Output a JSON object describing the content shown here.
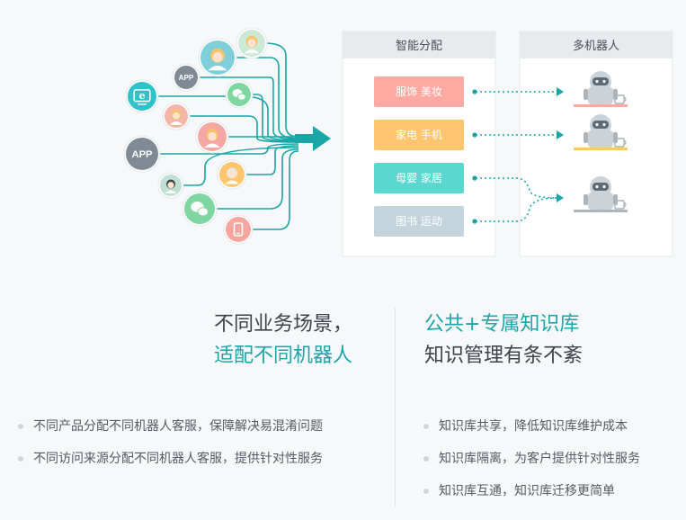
{
  "diagram": {
    "sources": [
      {
        "kind": "avatar",
        "label": "",
        "icon": "woman-avatar-icon"
      },
      {
        "kind": "avatar",
        "label": "",
        "icon": "woman-avatar-icon"
      },
      {
        "kind": "app",
        "label": "APP",
        "icon": "app-badge-icon"
      },
      {
        "kind": "icon",
        "label": "",
        "icon": "ie-browser-icon"
      },
      {
        "kind": "icon",
        "label": "",
        "icon": "wechat-icon"
      },
      {
        "kind": "avatar",
        "label": "",
        "icon": "woman-avatar-icon"
      },
      {
        "kind": "avatar",
        "label": "",
        "icon": "woman-avatar-icon"
      },
      {
        "kind": "app",
        "label": "APP",
        "icon": "app-badge-icon"
      },
      {
        "kind": "avatar",
        "label": "",
        "icon": "old-man-avatar-icon"
      },
      {
        "kind": "avatar",
        "label": "",
        "icon": "man-avatar-icon"
      },
      {
        "kind": "icon",
        "label": "",
        "icon": "wechat-icon"
      },
      {
        "kind": "icon",
        "label": "",
        "icon": "mobile-phone-icon"
      }
    ],
    "smart_panel": {
      "title": "智能分配",
      "categories": [
        {
          "label": "服饰 美妆",
          "color": "#fea9a2"
        },
        {
          "label": "家电 手机",
          "color": "#fdc66f"
        },
        {
          "label": "母婴 家居",
          "color": "#5ad8cf"
        },
        {
          "label": "图书 运动",
          "color": "#c3d4dc"
        }
      ]
    },
    "robot_panel": {
      "title": "多机器人",
      "robots": [
        {
          "icon": "robot-icon",
          "accent": "#fea9a2"
        },
        {
          "icon": "robot-icon",
          "accent": "#fdc66f"
        },
        {
          "icon": "robot-icon",
          "accent": "#aab7bf"
        }
      ]
    },
    "colors": {
      "teal": "#1aa6a6",
      "panel_header": "#e8ebee"
    }
  },
  "left": {
    "heading_line1": "不同业务场景，",
    "heading_line2": "适配不同机器人",
    "bullets": [
      "不同产品分配不同机器人客服，保障解决易混淆问题",
      "不同访问来源分配不同机器人客服，提供针对性服务"
    ]
  },
  "right": {
    "heading_line1": "公共+专属知识库",
    "heading_line2": "知识管理有条不紊",
    "bullets": [
      "知识库共享，降低知识库维护成本",
      "知识库隔离，为客户提供针对性服务",
      "知识库互通，知识库迁移更简单"
    ]
  }
}
